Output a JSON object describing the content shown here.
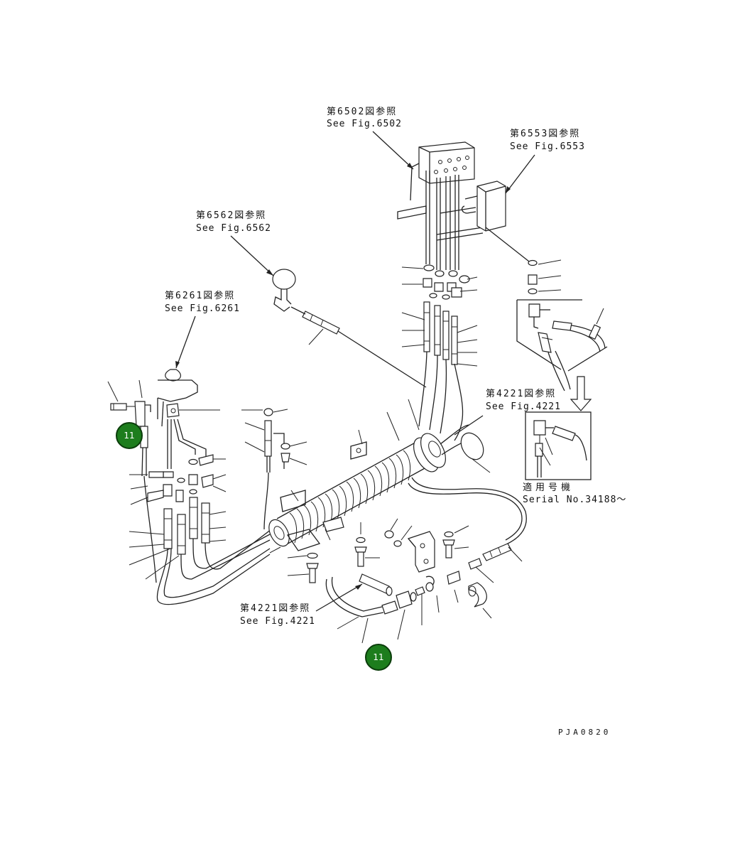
{
  "references": [
    {
      "id": "fig6502",
      "jp": "第6502図参照",
      "en": "See Fig.6502"
    },
    {
      "id": "fig6553",
      "jp": "第6553図参照",
      "en": "See Fig.6553"
    },
    {
      "id": "fig6562",
      "jp": "第6562図参照",
      "en": "See Fig.6562"
    },
    {
      "id": "fig6261",
      "jp": "第6261図参照",
      "en": "See Fig.6261"
    },
    {
      "id": "fig4221a",
      "jp": "第4221図参照",
      "en": "See Fig.4221"
    },
    {
      "id": "fig4221b",
      "jp": "第4221図参照",
      "en": "See Fig.4221"
    }
  ],
  "serial_note": {
    "jp": "適用号機",
    "en": "Serial No.34188〜"
  },
  "drawing_code": "PJA0820",
  "markers": [
    {
      "id": "marker-left",
      "label": "11",
      "color": "#1d7d1d"
    },
    {
      "id": "marker-bottom",
      "label": "11",
      "color": "#1d7d1d"
    }
  ],
  "colors": {
    "line": "#222222",
    "marker": "#1d7d1d",
    "background": "#ffffff"
  }
}
